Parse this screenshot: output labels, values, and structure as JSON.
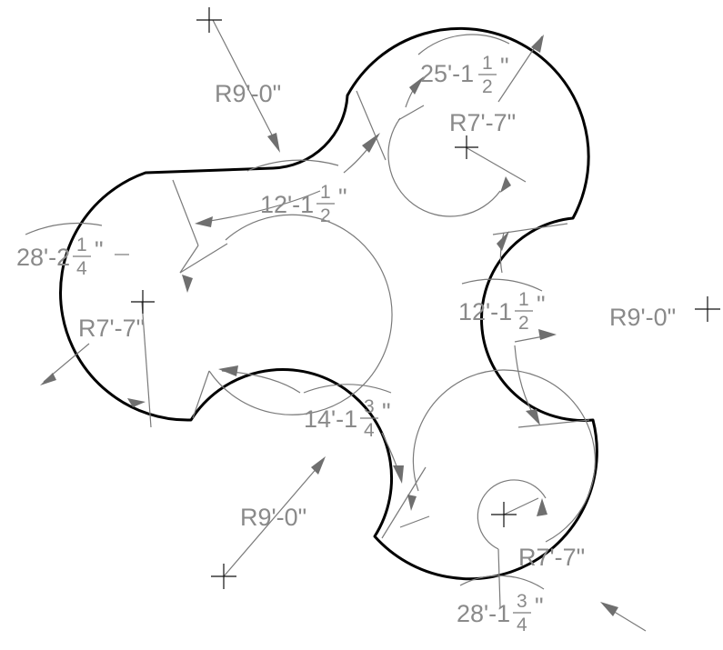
{
  "labels": {
    "outer_radius": "R9'-0\"",
    "inner_radius": "R7'-7\"",
    "dim_25_1_1_2": {
      "whole": "25'-1",
      "num": "1",
      "den": "2",
      "unit": "\""
    },
    "dim_12_1_1_2": {
      "whole": "12'-1",
      "num": "1",
      "den": "2",
      "unit": "\""
    },
    "dim_28_2_1_4": {
      "whole": "28'-2",
      "num": "1",
      "den": "4",
      "unit": "\""
    },
    "dim_14_1_3_4": {
      "whole": "14'-1",
      "num": "3",
      "den": "4",
      "unit": "\""
    },
    "dim_28_1_3_4": {
      "whole": "28'-1",
      "num": "3",
      "den": "4",
      "unit": "\""
    }
  }
}
